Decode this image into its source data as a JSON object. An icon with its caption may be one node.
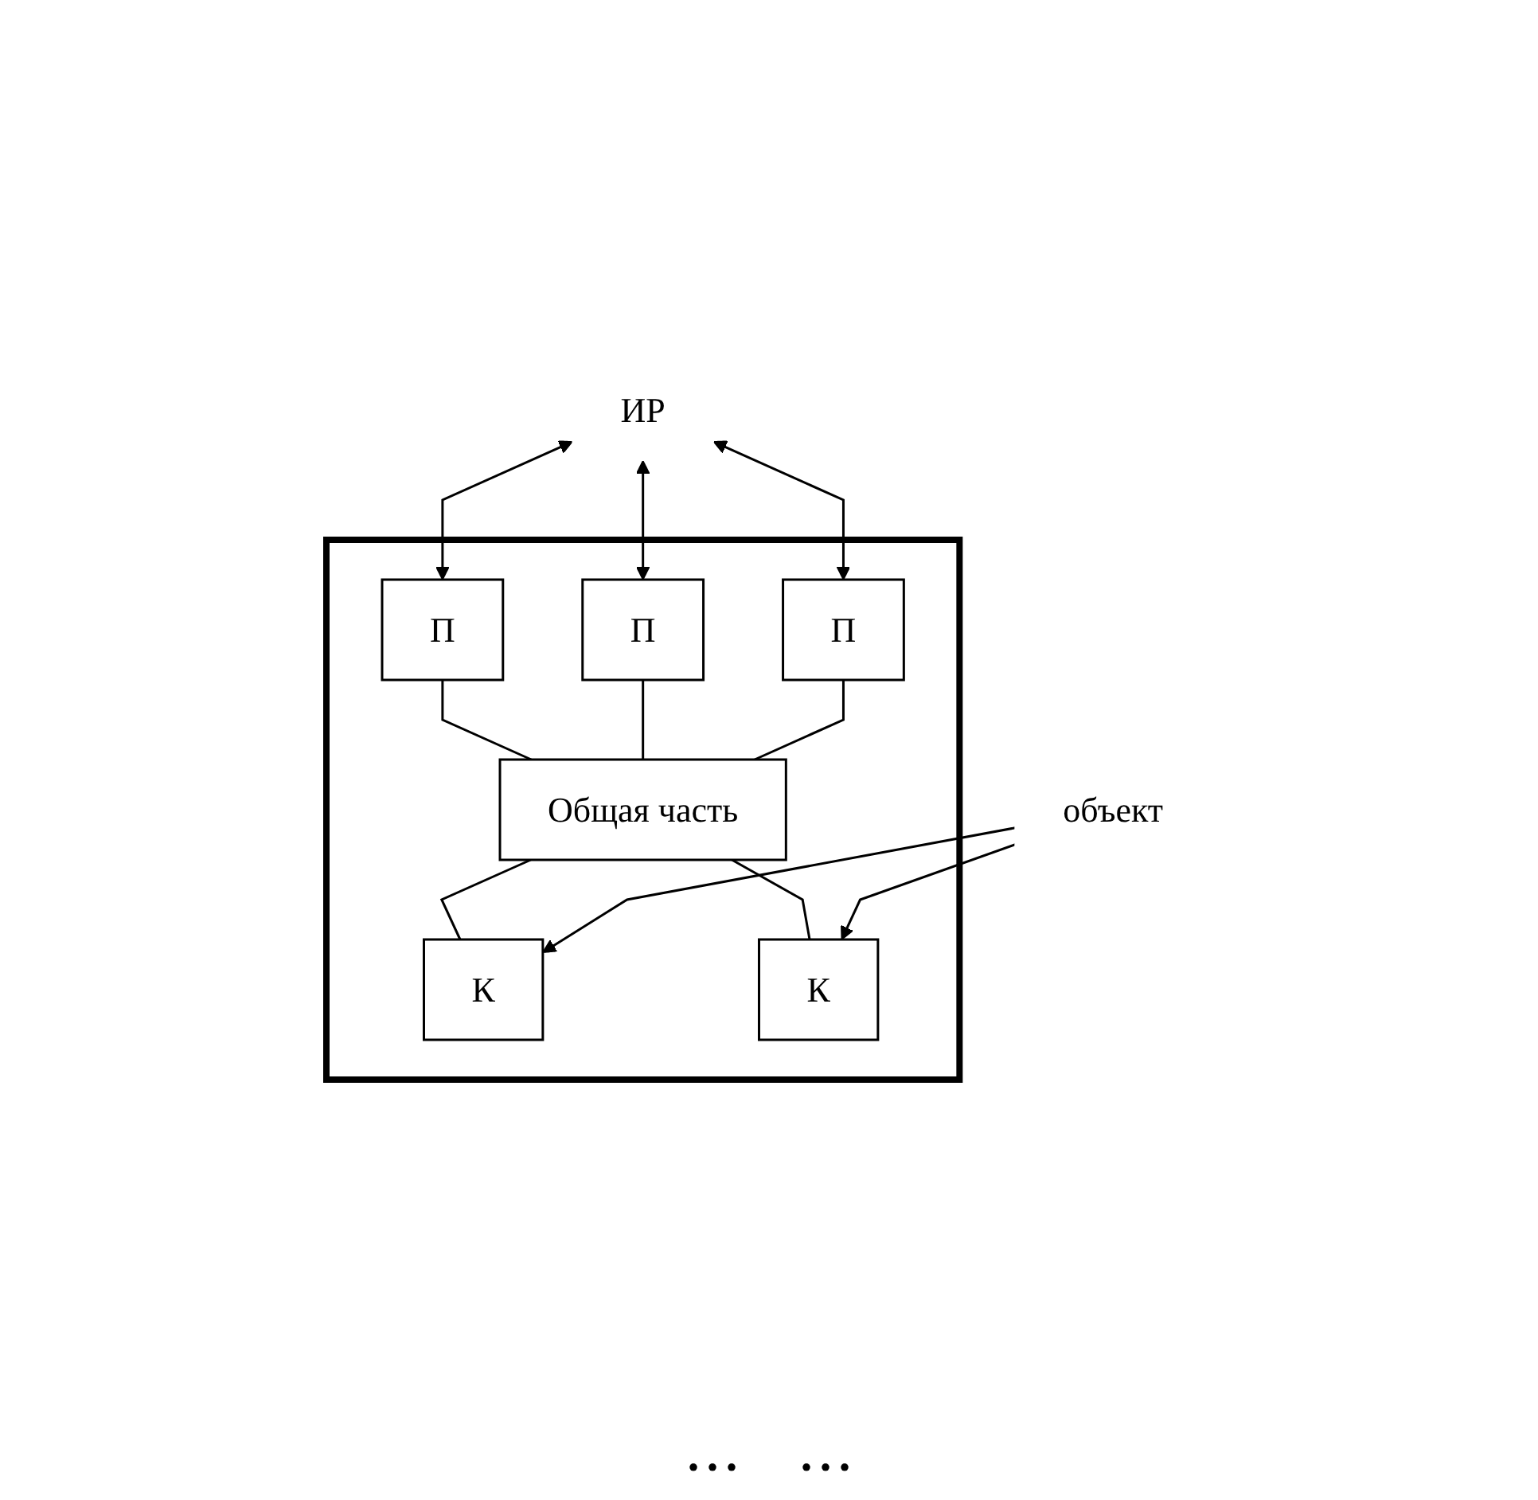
{
  "diagram": {
    "nodes": [
      {
        "text": [
          "ИР"
        ]
      },
      {
        "text": [],
        "shape": "box"
      },
      {
        "text": [
          "П"
        ],
        "in": 1
      },
      {
        "text": [
          "П"
        ],
        "in": 1
      },
      {
        "text": [
          "П"
        ],
        "in": 1
      },
      {
        "text": [
          "Общая часть"
        ],
        "in": 1
      },
      {
        "text": [
          "К"
        ],
        "in": 1
      },
      {
        "text": [
          "К"
        ],
        "in": 1
      },
      {
        "text": [
          "объект"
        ]
      }
    ],
    "edges": [
      {
        "from": 0,
        "to": 2,
        "arrow": "both"
      },
      {
        "from": 0,
        "to": 3,
        "arrow": "both"
      },
      {
        "from": 0,
        "to": 4,
        "arrow": "both"
      },
      {
        "from": 2,
        "to": 5,
        "arrow": "none"
      },
      {
        "from": 3,
        "to": 5,
        "arrow": "none"
      },
      {
        "from": 4,
        "to": 5,
        "arrow": "none"
      },
      {
        "from": 5,
        "to": 6,
        "arrow": "none"
      },
      {
        "from": 5,
        "to": 7,
        "arrow": "none"
      },
      {
        "from": 8,
        "to": 6,
        "arrow": "to"
      },
      {
        "from": 8,
        "to": 7,
        "arrow": "to"
      }
    ],
    "labels": [
      "• • •",
      "• • •"
    ]
  }
}
